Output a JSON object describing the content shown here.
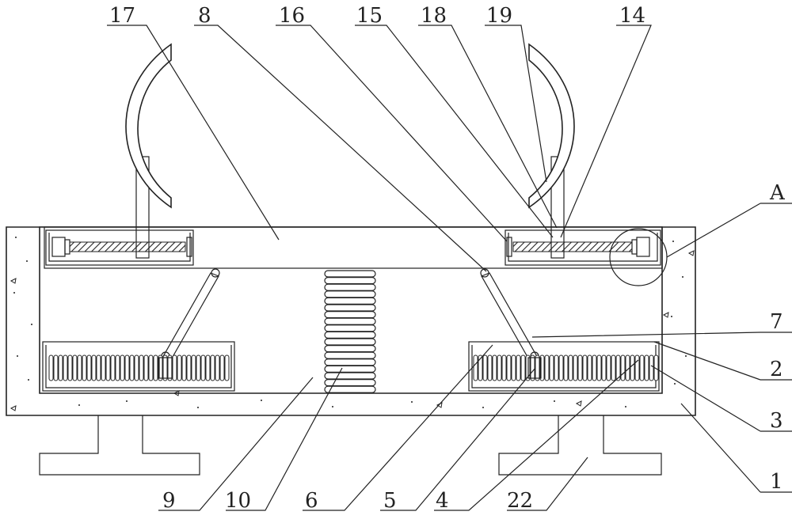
{
  "labels": {
    "l17": "17",
    "l8": "8",
    "l16": "16",
    "l15": "15",
    "l18": "18",
    "l19": "19",
    "l14": "14",
    "lA": "A",
    "l7": "7",
    "l2": "2",
    "l3": "3",
    "l1": "1",
    "l9": "9",
    "l10": "10",
    "l6": "6",
    "l5": "5",
    "l4": "4",
    "l22": "22"
  }
}
